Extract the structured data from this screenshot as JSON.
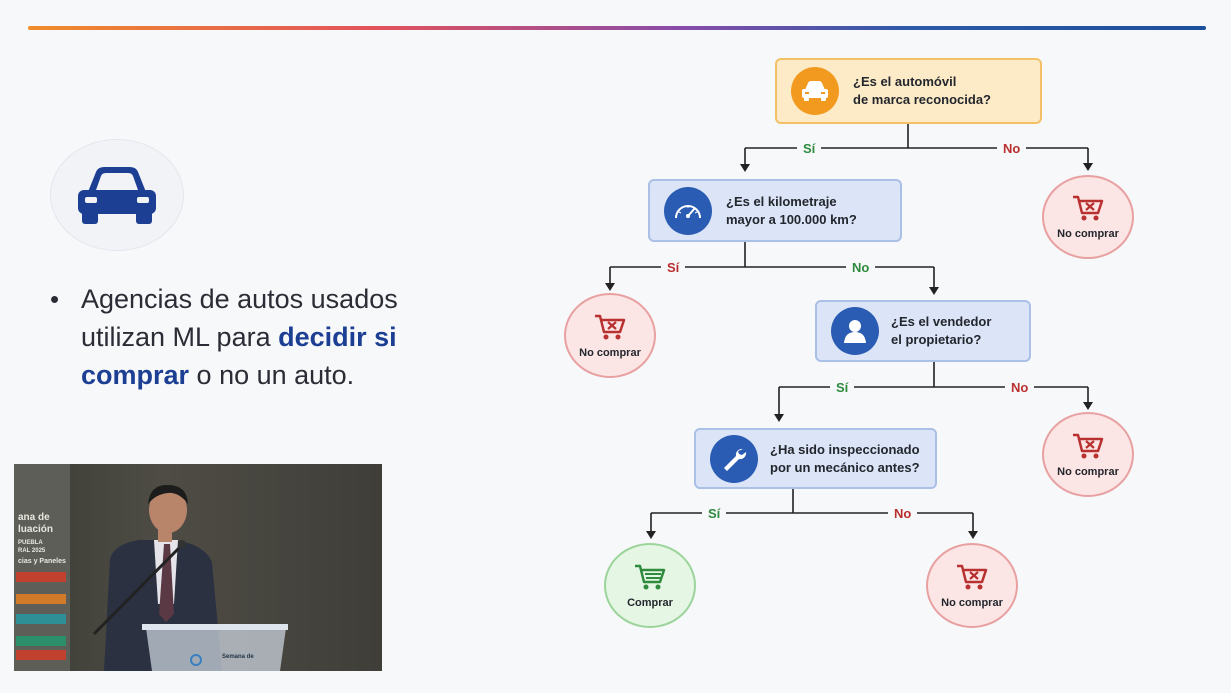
{
  "slide": {
    "bullet": {
      "part1": "Agencias de autos usados utilizan ML para ",
      "highlight1": "decidir si comprar",
      "part2": " o no un auto."
    },
    "icons": {
      "main": "car-icon"
    }
  },
  "video": {
    "banner_lines": [
      "ana de",
      "luación",
      "PUEBLA",
      "RAL 2025",
      "cias y Paneles"
    ],
    "lectern_text": "Semana de"
  },
  "flowchart": {
    "q1": "¿Es el automóvil de marca reconocida?",
    "q1_line1": "¿Es el automóvil",
    "q1_line2": "de marca reconocida?",
    "q2_line1": "¿Es el kilometraje",
    "q2_line2": "mayor a 100.000 km?",
    "q3_line1": "¿Es el vendedor",
    "q3_line2": "el propietario?",
    "q4_line1": "¿Ha sido inspeccionado",
    "q4_line2": "por un mecánico antes?",
    "yes": "Sí",
    "no": "No",
    "no_buy": "No comprar",
    "buy": "Comprar"
  },
  "colors": {
    "accent_blue": "#1c3f94",
    "yes_green": "#2e8b3e",
    "no_red": "#b8302f",
    "orange": "#f29a1f"
  }
}
